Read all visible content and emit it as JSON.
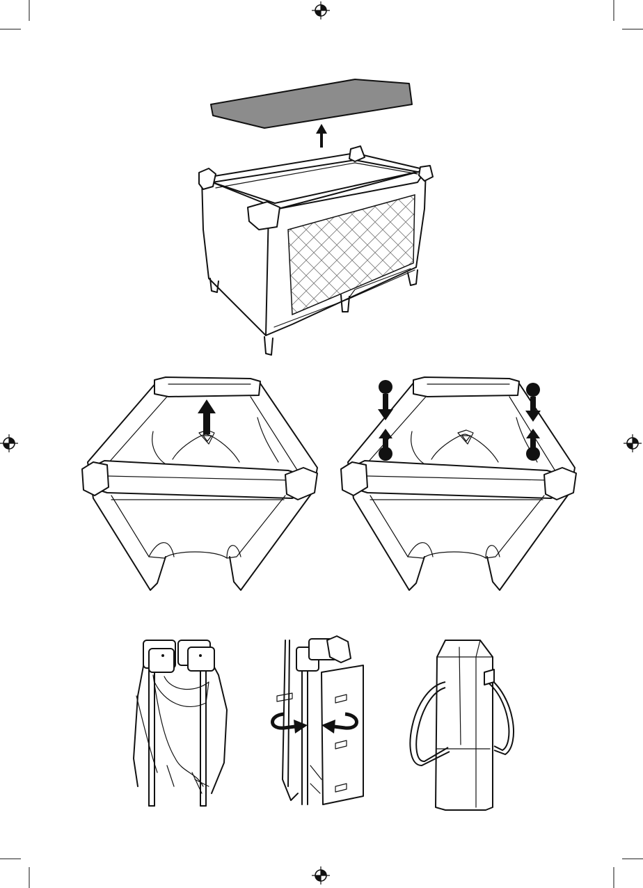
{
  "colors": {
    "line": "#111111",
    "mattress_fill": "#8c8c8c",
    "paper": "#ffffff"
  },
  "icons": {
    "registration_mark": "crosshair-circle-icon",
    "arrow_up": "arrow-up-icon",
    "arrow_down": "arrow-down-icon",
    "rotate_arrow": "curved-arrow-icon",
    "step_marker": "filled-circle-icon"
  },
  "figures": [
    {
      "id": "remove-mattress",
      "caption": ""
    },
    {
      "id": "lift-center-hub",
      "caption": ""
    },
    {
      "id": "unlock-top-rails",
      "caption": ""
    },
    {
      "id": "collapsed-frame",
      "caption": ""
    },
    {
      "id": "wrap-mattress",
      "caption": ""
    },
    {
      "id": "carry-bag",
      "caption": ""
    }
  ]
}
